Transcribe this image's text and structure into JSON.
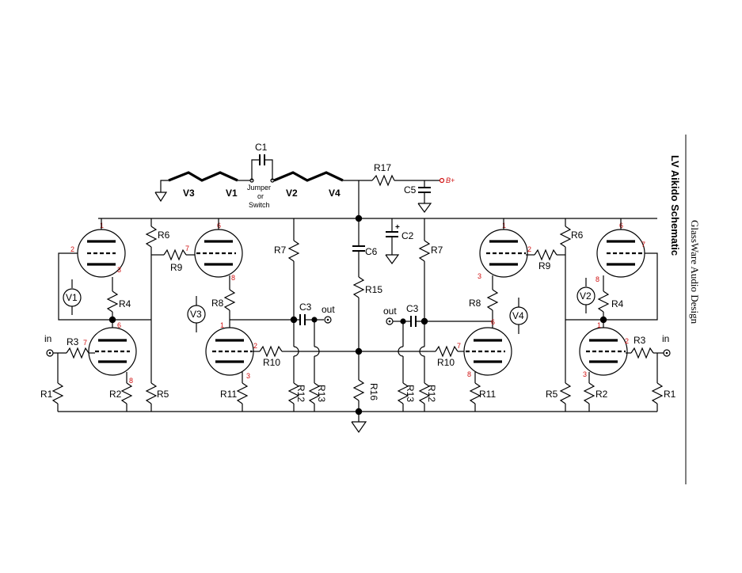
{
  "title": "LV Aikido Schematic",
  "subtitle": "GlassWare Audio Design",
  "heater": {
    "labels": [
      "V3",
      "V1",
      "V2",
      "V4"
    ],
    "jumper_lines": [
      "Jumper",
      "or",
      "Switch"
    ]
  },
  "supply": {
    "bplus_label": "B+"
  },
  "components": {
    "R1": "R1",
    "R2": "R2",
    "R3": "R3",
    "R4": "R4",
    "R5": "R5",
    "R6": "R6",
    "R7": "R7",
    "R8": "R8",
    "R9": "R9",
    "R10": "R10",
    "R11": "R11",
    "R12": "R12",
    "R13": "R13",
    "R15": "R15",
    "R16": "R16",
    "R17": "R17",
    "C1": "C1",
    "C2": "C2",
    "C3": "C3",
    "C5": "C5",
    "C6": "C6",
    "V1": "V1",
    "V2": "V2",
    "V3": "V3",
    "V4": "V4"
  },
  "io": {
    "in": "in",
    "out": "out"
  },
  "pins": {
    "p1": "1",
    "p2": "2",
    "p3": "3",
    "p6": "6",
    "p7": "7",
    "p8": "8"
  },
  "colors": {
    "ink": "#000000",
    "pin_numbers": "#d01010",
    "background": "#ffffff"
  }
}
